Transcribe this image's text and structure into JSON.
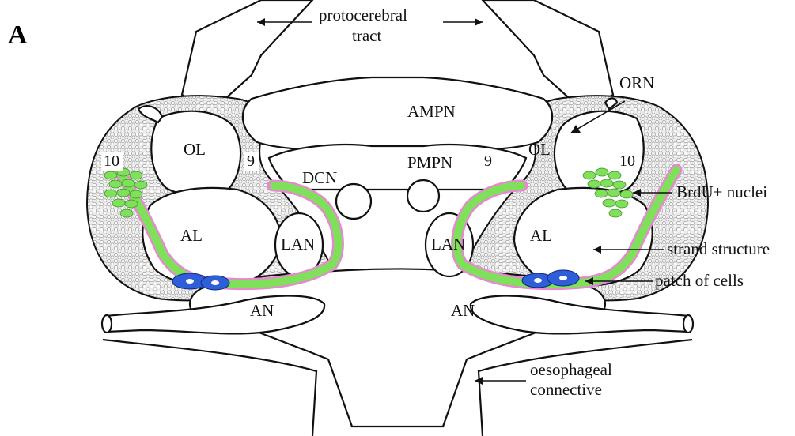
{
  "panel_letter": "A",
  "labels": {
    "protocerebral_line1": "protocerebral",
    "protocerebral_line2": "tract",
    "orn": "ORN",
    "ampn": "AMPN",
    "pmpn": "PMPN",
    "dcn": "DCN",
    "ol_left": "OL",
    "ol_right": "OL",
    "al_left": "AL",
    "al_right": "AL",
    "lan_left": "LAN",
    "lan_right": "LAN",
    "an_left": "AN",
    "an_right": "AN",
    "cluster_10_left": "10",
    "cluster_10_right": "10",
    "cluster_9_left": "9",
    "cluster_9_right": "9",
    "brdu": "BrdU+ nuclei",
    "strand": "strand structure",
    "patch": "patch of cells",
    "oeso_line1": "oesophageal",
    "oeso_line2": "connective"
  },
  "colors": {
    "outline": "#111111",
    "cell_body_texture": "#c8c8c8",
    "brdu_nuclei": "#7fe05a",
    "patch_cells": "#2f5fd8",
    "strand_pink": "#e58ad0"
  }
}
